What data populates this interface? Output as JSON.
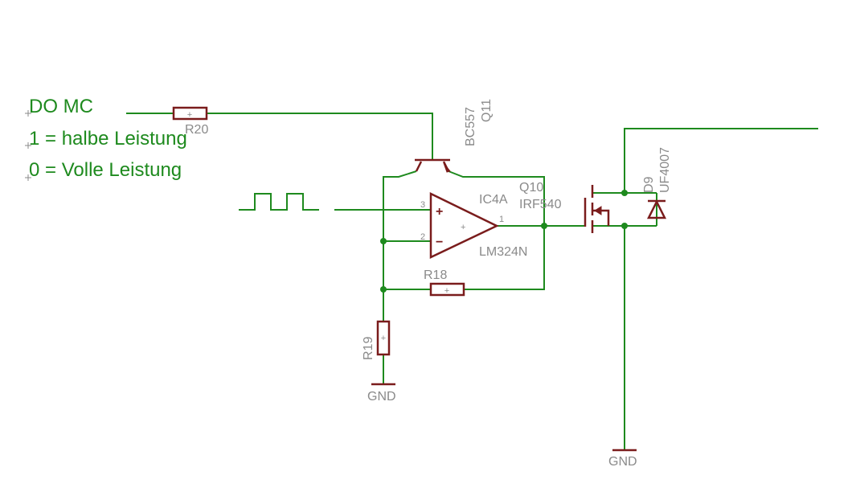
{
  "notes": [
    "DO MC",
    "1 = halbe Leistung",
    "0 = Volle Leistung"
  ],
  "parts": {
    "r20": "R20",
    "r18": "R18",
    "r19": "R19",
    "q11_name": "Q11",
    "q11_value": "BC557",
    "ic_name": "IC4A",
    "ic_value": "LM324N",
    "q10_name": "Q10",
    "q10_value": "IRF540",
    "d9_name": "D9",
    "d9_value": "UF4007"
  },
  "pins": {
    "in_plus": "3",
    "in_minus": "2",
    "out": "1"
  },
  "opamp_signs": {
    "plus": "+",
    "minus": "−",
    "center": "+"
  },
  "resistor_mark": "+",
  "gnd": [
    "GND",
    "GND"
  ],
  "colors": {
    "wire": "#1e8a1e",
    "part": "#7a1c1c",
    "label": "#8a8a8a",
    "note": "#1e8a1e"
  }
}
